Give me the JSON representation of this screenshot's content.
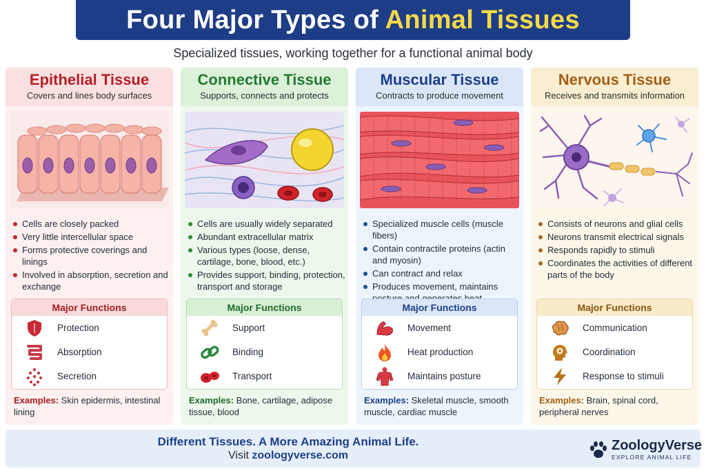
{
  "header": {
    "title_part1": "Four Major Types of ",
    "title_highlight": "Animal Tissues",
    "subtitle": "Specialized tissues, working together for a functional animal body"
  },
  "columns": [
    {
      "title": "Epithelial Tissue",
      "subtitle": "Covers and lines body surfaces",
      "bullets": [
        "Cells are closely packed",
        "Very little intercellular space",
        "Forms protective coverings and linings",
        "Involved in absorption, secretion and exchange"
      ],
      "functions_title": "Major Functions",
      "functions": [
        {
          "label": "Protection",
          "icon": "shield-icon"
        },
        {
          "label": "Absorption",
          "icon": "intestine-icon"
        },
        {
          "label": "Secretion",
          "icon": "dots-icon"
        }
      ],
      "examples_label": "Examples:",
      "examples": " Skin epidermis, intestinal lining"
    },
    {
      "title": "Connective Tissue",
      "subtitle": "Supports, connects and protects",
      "bullets": [
        "Cells are usually widely separated",
        "Abundant extracellular matrix",
        "Various types (loose, dense, cartilage, bone, blood, etc.)",
        "Provides support, binding, protection, transport and storage"
      ],
      "functions_title": "Major Functions",
      "functions": [
        {
          "label": "Support",
          "icon": "bone-icon"
        },
        {
          "label": "Binding",
          "icon": "chain-link-icon"
        },
        {
          "label": "Transport",
          "icon": "blood-cells-icon"
        }
      ],
      "examples_label": "Examples:",
      "examples": " Bone, cartilage, adipose tissue, blood"
    },
    {
      "title": "Muscular Tissue",
      "subtitle": "Contracts to produce movement",
      "bullets": [
        "Specialized muscle cells (muscle fibers)",
        "Contain contractile proteins (actin and myosin)",
        "Can contract and relax",
        "Produces movement, maintains posture and generates heat"
      ],
      "functions_title": "Major Functions",
      "functions": [
        {
          "label": "Movement",
          "icon": "flexed-arm-icon"
        },
        {
          "label": "Heat production",
          "icon": "flame-icon"
        },
        {
          "label": "Maintains posture",
          "icon": "torso-icon"
        }
      ],
      "examples_label": "Examples:",
      "examples": " Skeletal muscle, smooth muscle, cardiac muscle"
    },
    {
      "title": "Nervous Tissue",
      "subtitle": "Receives and transmits information",
      "bullets": [
        "Consists of neurons and glial cells",
        "Neurons transmit electrical signals",
        "Responds rapidly to stimuli",
        "Coordinates the activities of different parts of the body"
      ],
      "functions_title": "Major Functions",
      "functions": [
        {
          "label": "Communication",
          "icon": "brain-icon"
        },
        {
          "label": "Coordination",
          "icon": "head-gear-icon"
        },
        {
          "label": "Response to stimuli",
          "icon": "lightning-icon"
        }
      ],
      "examples_label": "Examples:",
      "examples": " Brain, spinal cord, peripheral nerves"
    }
  ],
  "footer": {
    "tagline": "Different Tissues. A More Amazing Animal Life.",
    "visit_prefix": "Visit ",
    "visit_url": "zoologyverse.com",
    "brand_name": "ZoologyVerse",
    "brand_tagline": "EXPLORE ANIMAL LIFE"
  }
}
